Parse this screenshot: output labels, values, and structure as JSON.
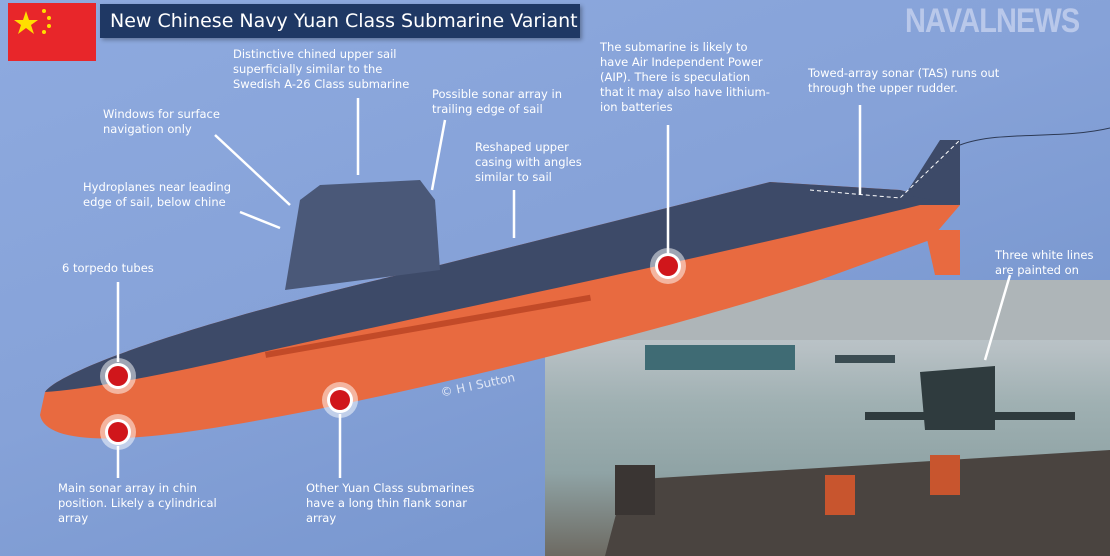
{
  "title": "New Chinese Navy Yuan Class Submarine Variant",
  "logo": "NAVALNEWS",
  "credit": "© H I Sutton",
  "annotations": {
    "sail": "Distinctive chined upper sail superficially similar to the Swedish A-26 Class submarine",
    "windows": "Windows for surface navigation only",
    "sonar_sail": "Possible sonar array in trailing edge of sail",
    "hydroplanes": "Hydroplanes near leading edge of sail, below chine",
    "casing": "Reshaped upper casing with angles similar to sail",
    "aip": "The submarine is likely to have Air Independent Power (AIP). There is speculation that it may also have lithium-ion batteries",
    "tas": "Towed-array sonar (TAS) runs out through the upper rudder.",
    "white_lines": "Three white lines are painted on",
    "torpedo": "6 torpedo tubes",
    "chin": "Main sonar array in chin position. Likely a cylindrical array",
    "flank": "Other Yuan Class submarines have a long thin flank sonar array"
  },
  "colors": {
    "hull_top": "#3d4a68",
    "hull_bottom": "#e86a40",
    "marker": "#d0161b",
    "title_bg": "#1f3864"
  }
}
